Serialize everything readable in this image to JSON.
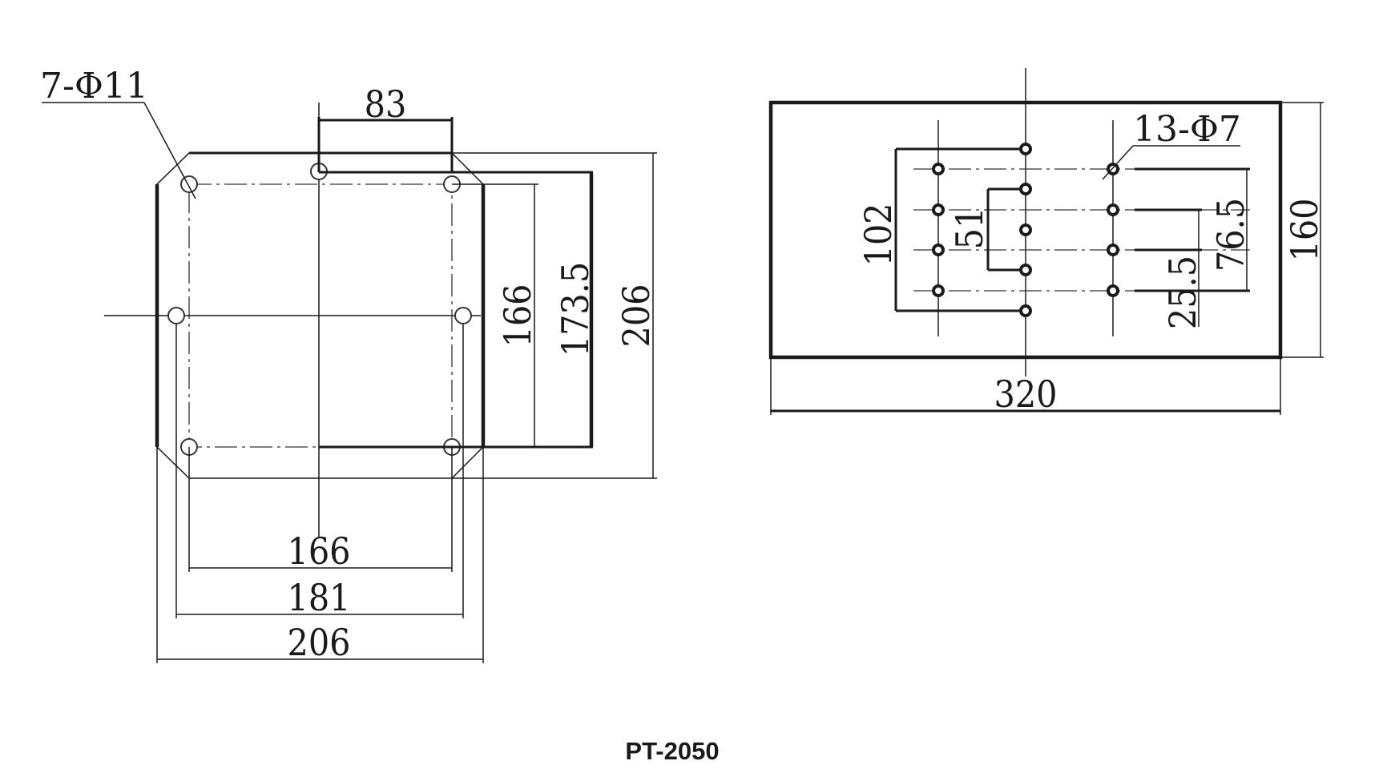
{
  "model": "PT-2050",
  "left_view": {
    "hole_callout": "7-Φ11",
    "dim_top": "83",
    "dim_166_vertical": "166",
    "dim_173_5": "173.5",
    "dim_206_vertical": "206",
    "dim_166_horizontal": "166",
    "dim_181": "181",
    "dim_206_horizontal": "206"
  },
  "right_view": {
    "hole_callout": "13-Φ7",
    "dim_102": "102",
    "dim_51": "51",
    "dim_76_5": "76.5",
    "dim_25_5": "25.5",
    "dim_160": "160",
    "dim_320": "320"
  }
}
